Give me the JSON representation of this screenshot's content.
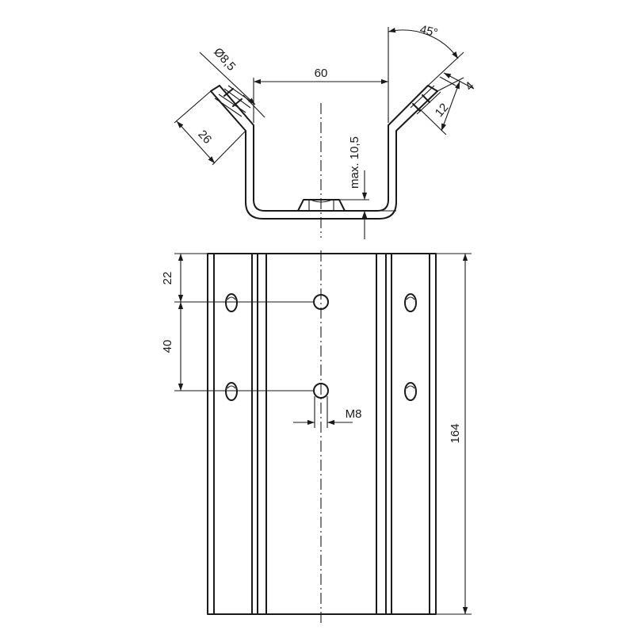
{
  "dimensions": {
    "hole_diameter": "Ø8,5",
    "width_inner": "60",
    "angle": "45°",
    "thickness": "4",
    "flange_offset": "12",
    "flange_length": "26",
    "max_nut_height": "max. 10,5",
    "top_offset": "22",
    "hole_spacing": "40",
    "thread": "M8",
    "total_length": "164"
  },
  "colors": {
    "line": "#1a1a1a",
    "background": "#ffffff"
  }
}
